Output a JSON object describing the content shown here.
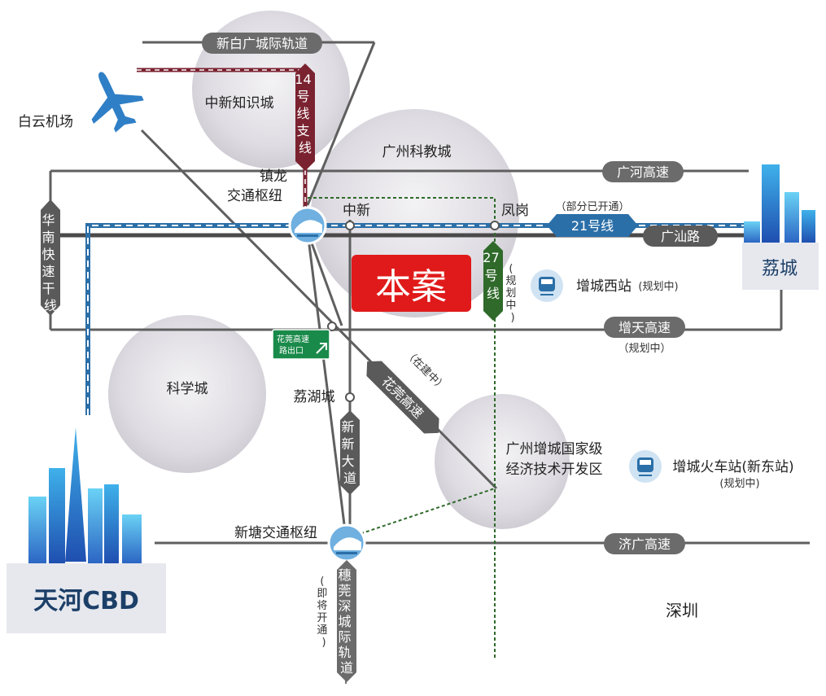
{
  "zones": {
    "zhongxin_knowledge_city": "中新知识城",
    "guangzhou_education_city": "广州科教城",
    "science_city": "科学城",
    "development_zone_line1": "广州增城国家级",
    "development_zone_line2": "经济技术开发区"
  },
  "places": {
    "baiyun_airport": "白云机场",
    "zhenlong_hub_line1": "镇龙",
    "zhenlong_hub_line2": "交通枢纽",
    "zhongxin": "中新",
    "fenggang": "凤岗",
    "lihu_city": "荔湖城",
    "xintang_hub": "新塘交通枢纽",
    "shenzhen": "深圳",
    "licheng": "荔城",
    "tianhe_cbd": "天河CBD"
  },
  "project": {
    "label": "本案",
    "color": "#e01a1a"
  },
  "roads": {
    "xinbai_rail": "新白广城际轨道",
    "guanghe_expressway": "广河高速",
    "guangshan_road": "广汕路",
    "zengtian_expressway": "增天高速",
    "zengtian_note": "（规划中）",
    "jiguang_expressway": "济广高速",
    "huanan_expressway": "华南快速干线",
    "xinxin_avenue": "新新大道",
    "huaguan_expressway": "花莞高速",
    "huaguan_note": "（在建中）",
    "suiguanshen_rail": "穗莞深城际轨道",
    "suiguanshen_note": "（即将开通）"
  },
  "metro": {
    "line14_branch": "14号线支线",
    "line21": "21号线",
    "line21_note": "（部分已开通）",
    "line27": "27号线",
    "line27_note": "（规划中）"
  },
  "stations": {
    "zengcheng_west": "增城西站",
    "zengcheng_west_note": "(规划中)",
    "zengcheng_train": "增城火车站(新东站)",
    "zengcheng_train_note": "(规划中)"
  },
  "exit_sign": {
    "line1": "花莞高速",
    "line2": "路出口"
  },
  "colors": {
    "road_gray": "#5f5f5f",
    "metro_blue": "#2b6fa8",
    "line14": "#7a2230",
    "line27": "#2f6a2a",
    "sign_green": "#1a8a4a"
  }
}
